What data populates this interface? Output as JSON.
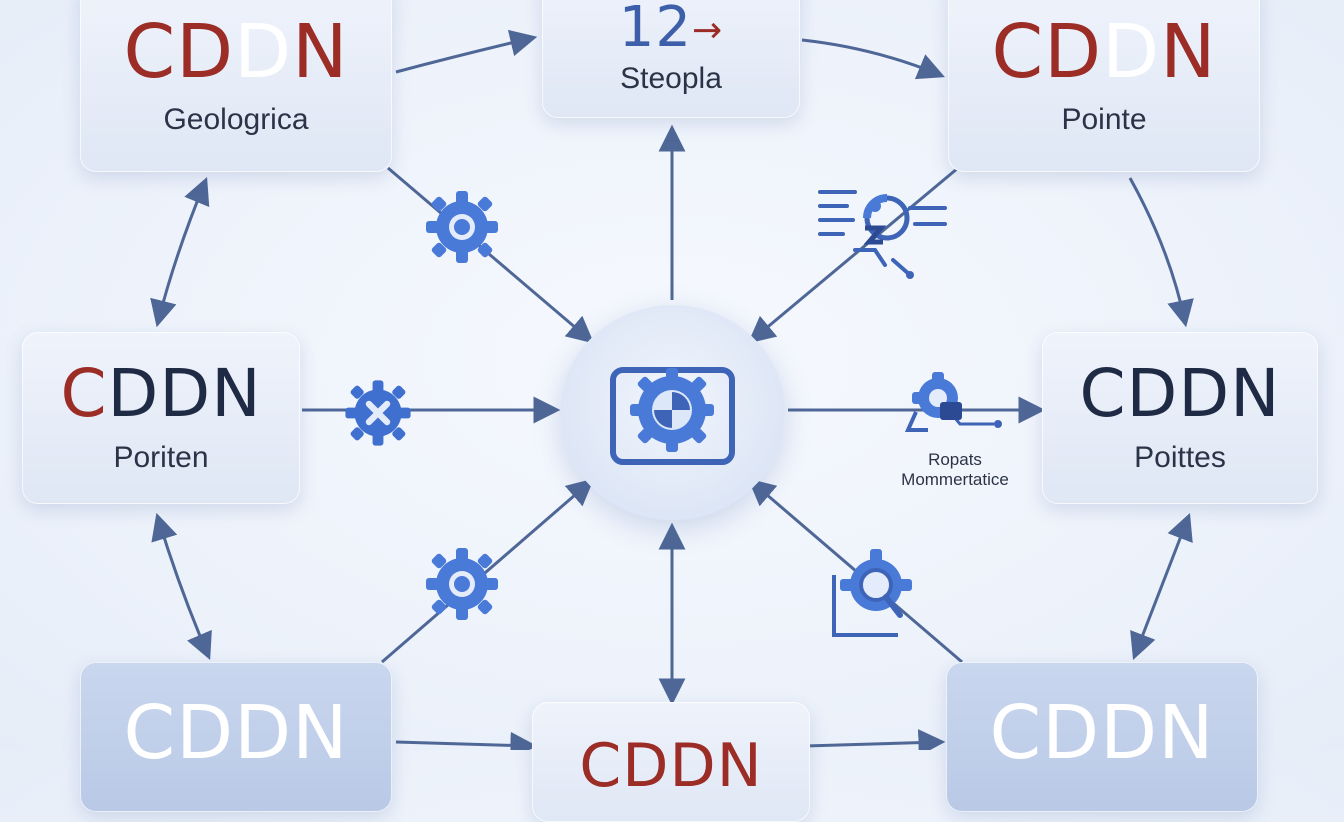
{
  "diagram": {
    "nodes": [
      {
        "id": "top-left",
        "code": "CDDN",
        "caption": "Geologrica",
        "colors": [
          "#9b2c26",
          "#9b2c26",
          "#ffffff",
          "#9b2c26"
        ]
      },
      {
        "id": "top-center",
        "code": "12",
        "caption": "Steopla",
        "colors": [
          "#3d5ea8",
          "#3d5ea8"
        ]
      },
      {
        "id": "top-right",
        "code": "CDDN",
        "caption": "Pointe",
        "colors": [
          "#9b2c26",
          "#9b2c26",
          "#ffffff",
          "#9b2c26"
        ]
      },
      {
        "id": "mid-left",
        "code": "CDDN",
        "caption": "Poriten",
        "colors": [
          "#9b2c26",
          "#1f2a44",
          "#1f2a44",
          "#1f2a44"
        ]
      },
      {
        "id": "mid-right",
        "code": "CDDN",
        "caption": "Poittes",
        "colors": [
          "#1f2a44",
          "#1f2a44",
          "#1f2a44",
          "#1f2a44"
        ]
      },
      {
        "id": "bottom-left",
        "code": "CDDN",
        "caption": "",
        "colors": [
          "#ffffff",
          "#ffffff",
          "#ffffff",
          "#ffffff"
        ]
      },
      {
        "id": "bottom-center",
        "code": "CDDN",
        "caption": "",
        "colors": [
          "#9b2c26",
          "#9b2c26",
          "#9b2c26",
          "#9b2c26"
        ]
      },
      {
        "id": "bottom-right",
        "code": "CDDN",
        "caption": "",
        "colors": [
          "#ffffff",
          "#ffffff",
          "#ffffff",
          "#ffffff"
        ]
      }
    ],
    "annotation": {
      "line1": "Ropats",
      "line2": "Mommertatice"
    },
    "icons": [
      "gear-icon",
      "gear-icon",
      "gear-icon",
      "gear-icon",
      "magnifier-gear-icon",
      "robot-arm-icon",
      "circuit-icon",
      "hub-gear-icon"
    ]
  },
  "colors": {
    "accent": "#4a78d6",
    "edge": "#4f6796",
    "text": "#1f2a44",
    "red": "#9b2c26"
  }
}
